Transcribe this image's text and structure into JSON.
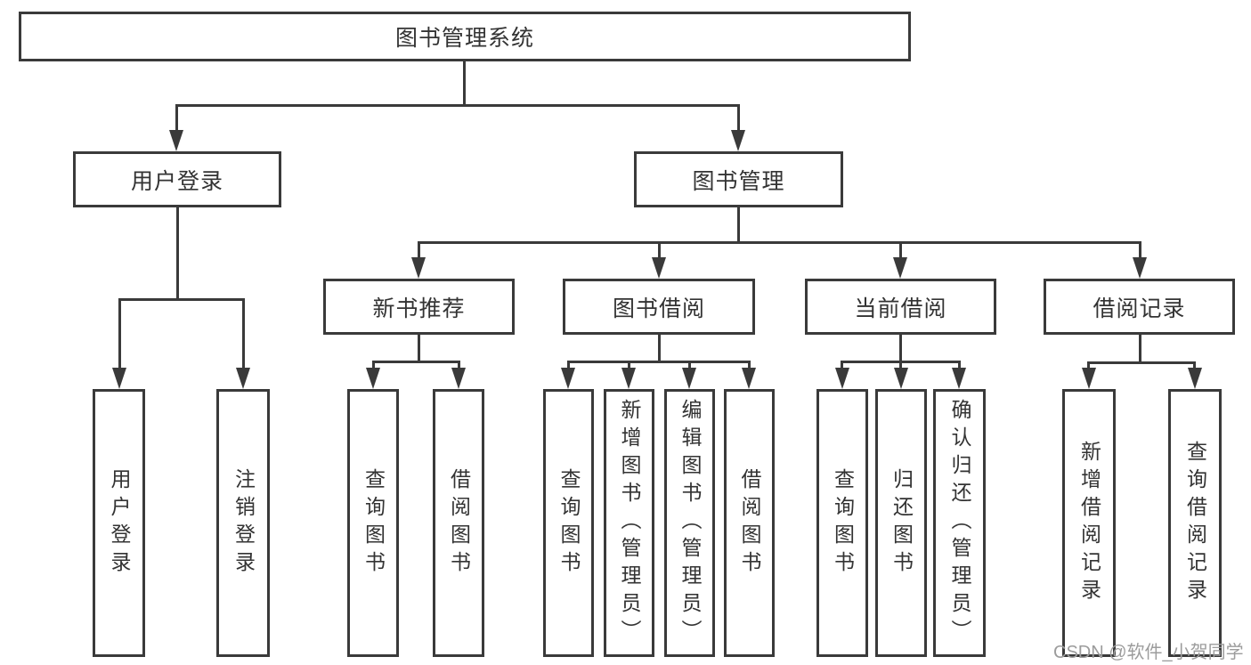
{
  "colors": {
    "line": "#3a3a3a",
    "text": "#333333",
    "watermark": "#9c9c9c",
    "background": "#ffffff"
  },
  "watermark": {
    "text": "CSDN @软件_小贺同学"
  },
  "tree": {
    "root": {
      "label": "图书管理系统",
      "children": [
        {
          "label": "用户登录",
          "children": [
            {
              "label": "用户登录"
            },
            {
              "label": "注销登录"
            }
          ]
        },
        {
          "label": "图书管理",
          "children": [
            {
              "label": "新书推荐",
              "children": [
                {
                  "label": "查询图书"
                },
                {
                  "label": "借阅图书"
                }
              ]
            },
            {
              "label": "图书借阅",
              "children": [
                {
                  "label": "查询图书"
                },
                {
                  "label": "新增图书（管理员）"
                },
                {
                  "label": "编辑图书（管理员）"
                },
                {
                  "label": "借阅图书"
                }
              ]
            },
            {
              "label": "当前借阅",
              "children": [
                {
                  "label": "查询图书"
                },
                {
                  "label": "归还图书"
                },
                {
                  "label": "确认归还（管理员）"
                }
              ]
            },
            {
              "label": "借阅记录",
              "children": [
                {
                  "label": "新增借阅记录"
                },
                {
                  "label": "查询借阅记录"
                }
              ]
            }
          ]
        }
      ]
    }
  }
}
